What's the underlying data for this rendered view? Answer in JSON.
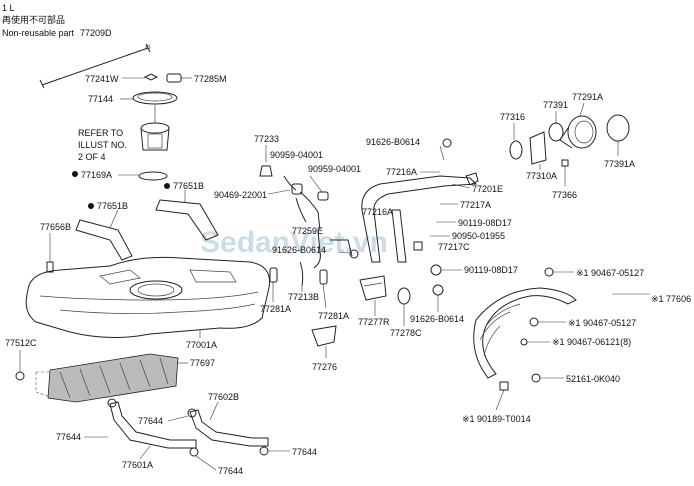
{
  "header": {
    "line1": "1 L",
    "line2": "再使用不可部品",
    "line3": "Non-reusable part",
    "line3_code": "77209D"
  },
  "refer_note": [
    "REFER TO",
    "ILLUST NO.",
    "2 OF 4"
  ],
  "watermark": "SedanViet.vn",
  "labels": {
    "l77241W": "77241W",
    "l77285M": "77285M",
    "l77144": "77144",
    "l77169A": "77169A",
    "l77651B_a": "77651B",
    "l77651B_b": "77651B",
    "l77656B": "77656B",
    "l77233": "77233",
    "l90959_a": "90959-04001",
    "l90959_b": "90959-04001",
    "l90469": "90469-22001",
    "l77259E": "77259E",
    "l91626_a": "91626-B0614",
    "l77216A_a": "77216A",
    "l77316": "77316",
    "l77391": "77391",
    "l77291A": "77291A",
    "l77310A": "77310A",
    "l77366": "77366",
    "l77391A": "77391A",
    "l77201E": "77201E",
    "l77217A": "77217A",
    "l77216A_b": "77216A",
    "l90119_a": "90119-08D17",
    "l90950": "90950-01955",
    "l77217C": "77217C",
    "l91626_b": "91626-B0614",
    "l90119_b": "90119-08D17",
    "l77213B": "77213B",
    "l77281A_a": "77281A",
    "l77281A_b": "77281A",
    "l77277R": "77277R",
    "l77278C": "77278C",
    "l91626_c": "91626-B0614",
    "l77001A": "77001A",
    "l77512C": "77512C",
    "l77697": "77697",
    "l77276": "77276",
    "l90467_a": "※1 90467-05127",
    "l77606": "※1 77606",
    "l90467_b": "※1 90467-05127",
    "l90467_c": "※1 90467-06121(8)",
    "l52161": "52161-0K040",
    "l90189": "※1 90189-T0014",
    "l77644_a": "77644",
    "l77602B": "77602B",
    "l77644_b": "77644",
    "l77644_c": "77644",
    "l77601A": "77601A",
    "l77644_d": "77644"
  }
}
